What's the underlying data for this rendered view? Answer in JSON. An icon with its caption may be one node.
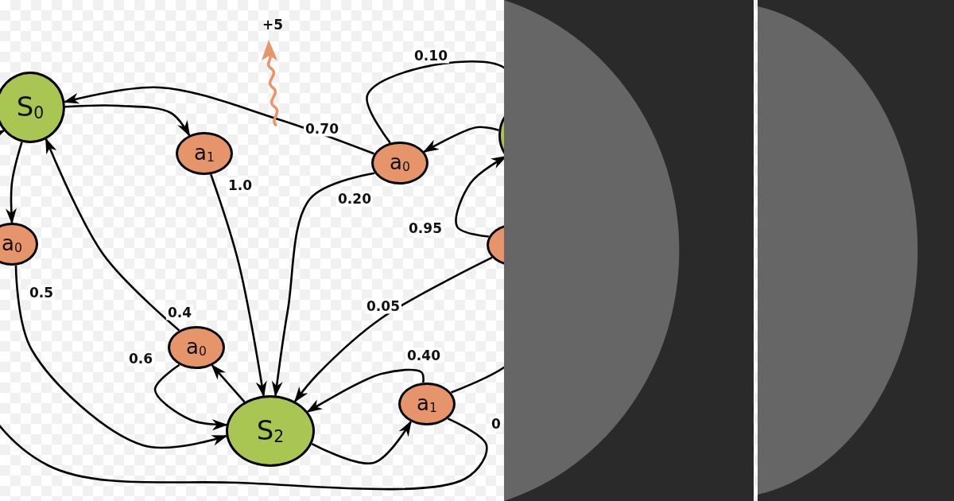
{
  "diagram": {
    "nodes": [
      {
        "text": [
          "S$_{0}$"
        ]
      },
      {
        "text": [
          "a$_{1}$"
        ]
      },
      {
        "text": [
          "a$_{0}$"
        ]
      },
      {
        "text": [
          "a$_{0}$"
        ]
      },
      {
        "text": [],
        "shape": "circle"
      },
      {
        "text": [],
        "shape": "circle"
      },
      {
        "text": [
          "a$_{0}$"
        ]
      },
      {
        "text": [
          "S$_{2}$"
        ]
      },
      {
        "text": [
          "a$_{1}$"
        ]
      }
    ],
    "edges": [
      {
        "from": 0,
        "to": 1,
        "arrow": "to"
      },
      {
        "from": 0,
        "to": 2,
        "arrow": "to"
      },
      {
        "from": 3,
        "to": 0,
        "arrow": "to",
        "label": "0.70"
      },
      {
        "from": 1,
        "to": 7,
        "arrow": "to",
        "label": "1.0"
      },
      {
        "from": 3,
        "to": 7,
        "arrow": "to",
        "label": "0.20"
      },
      {
        "from": 3,
        "to": 4,
        "arrow": "none",
        "label": "0.10"
      },
      {
        "from": 4,
        "to": 3,
        "arrow": "to"
      },
      {
        "from": 5,
        "to": 4,
        "arrow": "to",
        "label": "0.95"
      },
      {
        "from": 5,
        "to": 7,
        "arrow": "to",
        "label": "0.05"
      },
      {
        "from": 6,
        "to": 0,
        "arrow": "to",
        "label": "0.4"
      },
      {
        "from": 6,
        "to": 7,
        "arrow": "to",
        "label": "0.6"
      },
      {
        "from": 7,
        "to": 6,
        "arrow": "to"
      },
      {
        "from": 2,
        "to": 7,
        "arrow": "to",
        "label": "0.5"
      },
      {
        "from": 8,
        "to": 7,
        "arrow": "to",
        "label": "0.40"
      },
      {
        "from": 7,
        "to": 8,
        "arrow": "to"
      },
      {
        "from": 8,
        "to": 0,
        "arrow": "to",
        "label": "0"
      },
      {
        "from": 8,
        "to": 4,
        "arrow": "none"
      }
    ],
    "labels": [
      "+5"
    ]
  }
}
